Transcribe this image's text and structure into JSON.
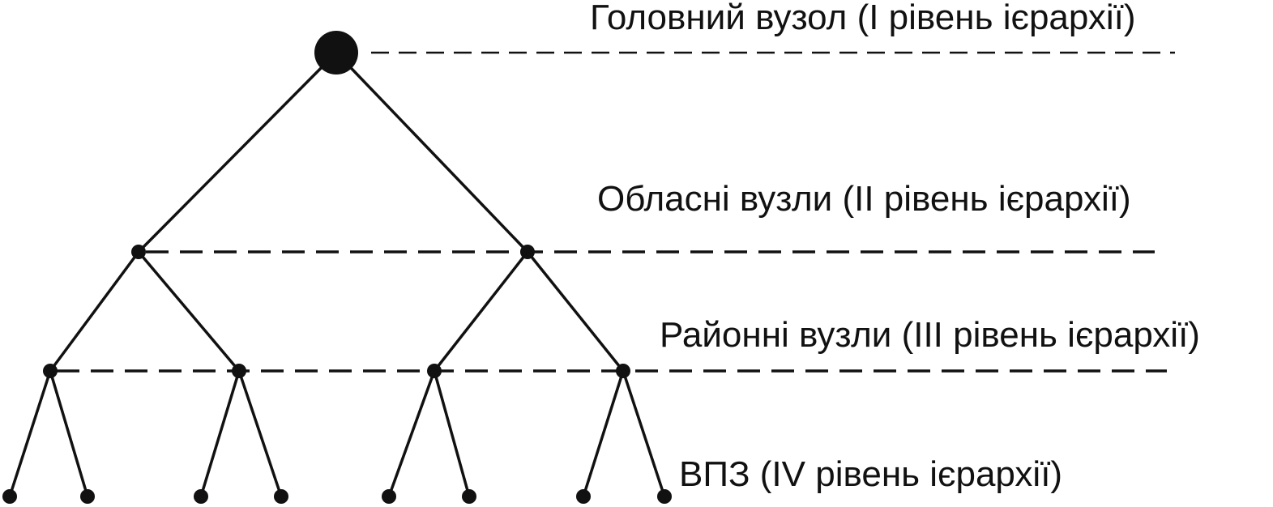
{
  "levels": [
    {
      "label": "Головний вузол (I рівень ієрархії)"
    },
    {
      "label": "Обласні вузли (II рівень ієрархії)"
    },
    {
      "label": "Районні вузли (III рівень ієрархії)"
    },
    {
      "label": "ВПЗ (IV рівень ієрархії)"
    }
  ],
  "colors": {
    "line": "#111111",
    "node": "#111111",
    "background": "#ffffff"
  },
  "tree": {
    "edges": [
      [
        "root",
        "o1"
      ],
      [
        "root",
        "o2"
      ],
      [
        "o1",
        "r1"
      ],
      [
        "o1",
        "r2"
      ],
      [
        "o2",
        "r3"
      ],
      [
        "o2",
        "r4"
      ],
      [
        "r1",
        "v1"
      ],
      [
        "r1",
        "v2"
      ],
      [
        "r2",
        "v3"
      ],
      [
        "r2",
        "v4"
      ],
      [
        "r3",
        "v5"
      ],
      [
        "r3",
        "v6"
      ],
      [
        "r4",
        "v7"
      ],
      [
        "r4",
        "v8"
      ]
    ]
  }
}
